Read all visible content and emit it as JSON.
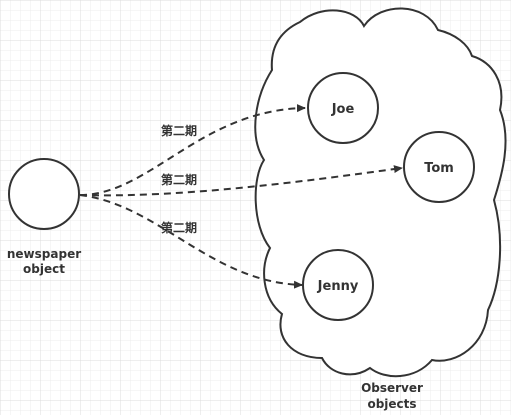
{
  "subject": {
    "caption_line1": "newspaper",
    "caption_line2": "object"
  },
  "observers": [
    {
      "name": "Joe"
    },
    {
      "name": "Tom"
    },
    {
      "name": "Jenny"
    }
  ],
  "edge_labels": [
    "第二期",
    "第二期",
    "第二期"
  ],
  "cloud_caption": {
    "line1": "Observer",
    "line2": "objects"
  },
  "colors": {
    "background": "#ffffff",
    "grid": "#e6e6e6",
    "stroke": "#333333",
    "text": "#333333"
  }
}
